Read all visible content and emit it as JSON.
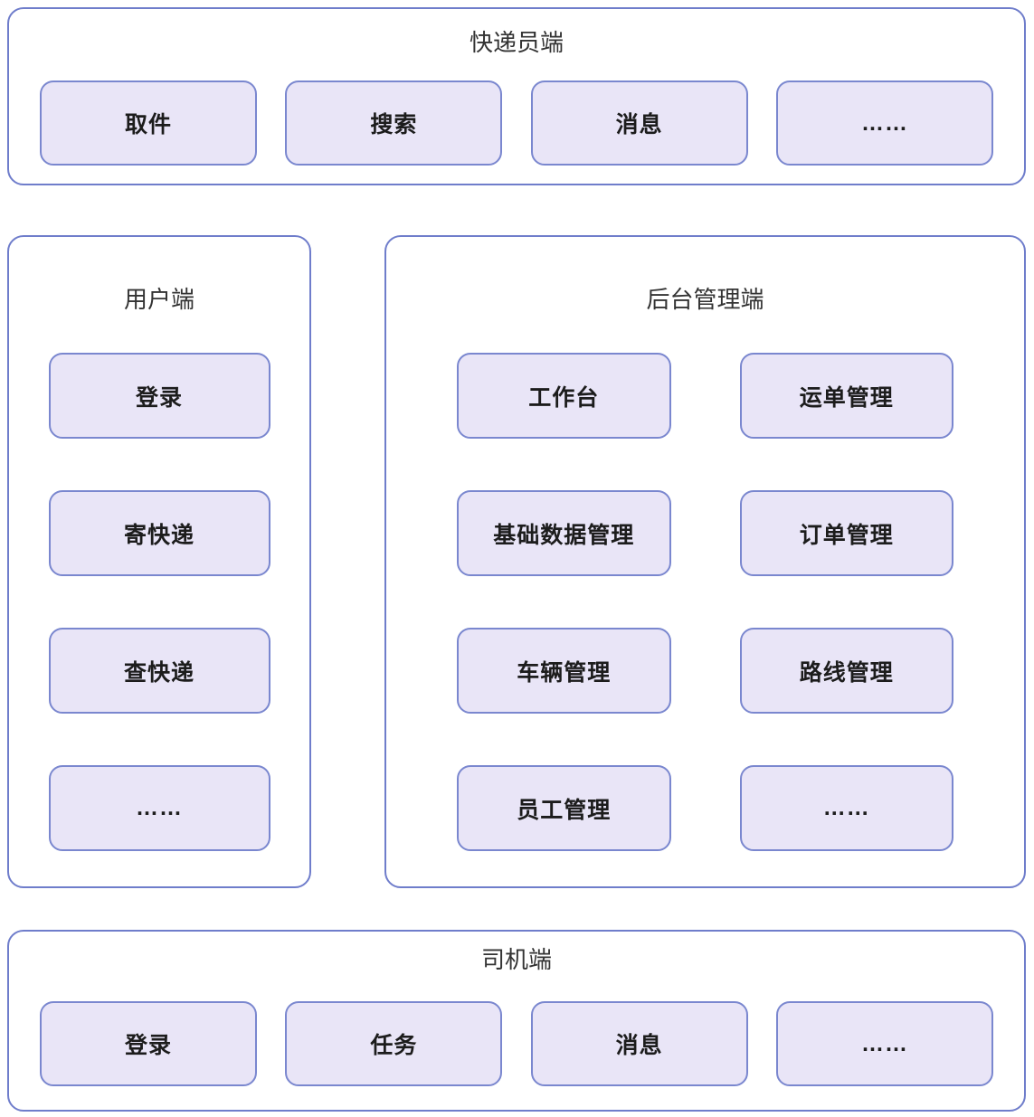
{
  "colors": {
    "panel_border": "#6f7dcb",
    "node_border": "#7a87cf",
    "node_fill": "#e9e5f7",
    "title_text": "#333333",
    "node_text": "#1c1c1c",
    "background": "#ffffff"
  },
  "panels": {
    "courier": {
      "title": "快递员端",
      "buttons": [
        "取件",
        "搜索",
        "消息",
        "……"
      ]
    },
    "user": {
      "title": "用户端",
      "buttons": [
        "登录",
        "寄快递",
        "查快递",
        "……"
      ]
    },
    "admin": {
      "title": "后台管理端",
      "buttons": [
        "工作台",
        "运单管理",
        "基础数据管理",
        "订单管理",
        "车辆管理",
        "路线管理",
        "员工管理",
        "……"
      ]
    },
    "driver": {
      "title": "司机端",
      "buttons": [
        "登录",
        "任务",
        "消息",
        "……"
      ]
    }
  }
}
